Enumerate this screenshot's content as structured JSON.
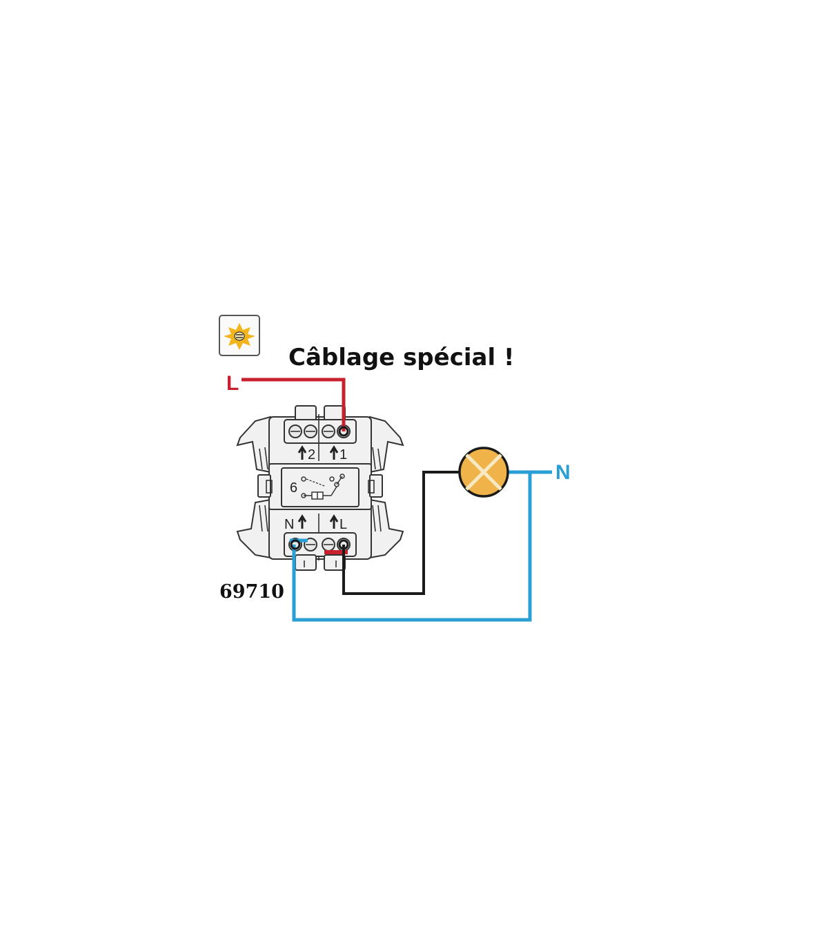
{
  "title": "Câblage spécial !",
  "product_code": "69710",
  "wires": {
    "line_label": "L",
    "neutral_label": "N",
    "line_color": "#c8202f",
    "neutral_color": "#2a9fd6",
    "switched_color": "#1a1a1a"
  },
  "terminals": {
    "top_2": "2",
    "top_1": "1",
    "bottom_n": "N",
    "bottom_l": "L",
    "center_mark": "6"
  },
  "icons": {
    "badge": "warning-star-icon",
    "lamp": "lamp-icon"
  },
  "colors": {
    "badge_star": "#f2b51c",
    "lamp_fill": "#f0b34a"
  }
}
